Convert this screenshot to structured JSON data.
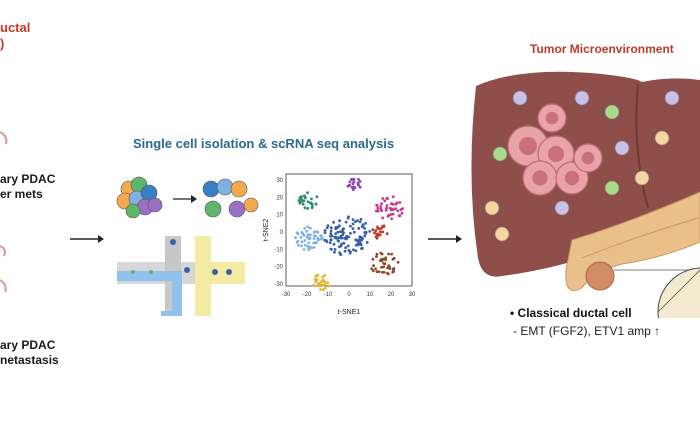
{
  "left_panel": {
    "header_line1": "uctal",
    "header_line2": ")",
    "label1_line1": "ary PDAC",
    "label1_line2": "er mets",
    "label2_line1": "ary PDAC",
    "label2_line2": "netastasis"
  },
  "middle_panel": {
    "title": "Single cell isolation & scRNA seq analysis",
    "tsne": {
      "xlabel": "t-SNE1",
      "ylabel": "t-SNE2",
      "x_ticks": [
        "-30",
        "-20",
        "-10",
        "0",
        "10",
        "20",
        "30"
      ],
      "y_ticks": [
        "30",
        "20",
        "10",
        "0",
        "-10",
        "-20",
        "-30"
      ]
    }
  },
  "right_panel": {
    "title": "Tumor Microenvironment",
    "bullet": "• Classical ductal cell",
    "detail": "- EMT (FGF2), ETV1 amp",
    "up_arrow": "↑"
  },
  "colors": {
    "red_heading": "#c0392b",
    "blue_heading": "#2a6a8f",
    "liver": "#8e4f4a",
    "pancreas": "#e9c08a",
    "tumor": "#e8a3a8"
  },
  "icons": [
    "arrow-right-icon",
    "cell-icon",
    "microfluidic-chip-icon",
    "tsne-plot-icon",
    "liver-icon",
    "pancreas-icon",
    "tumor-icon"
  ]
}
